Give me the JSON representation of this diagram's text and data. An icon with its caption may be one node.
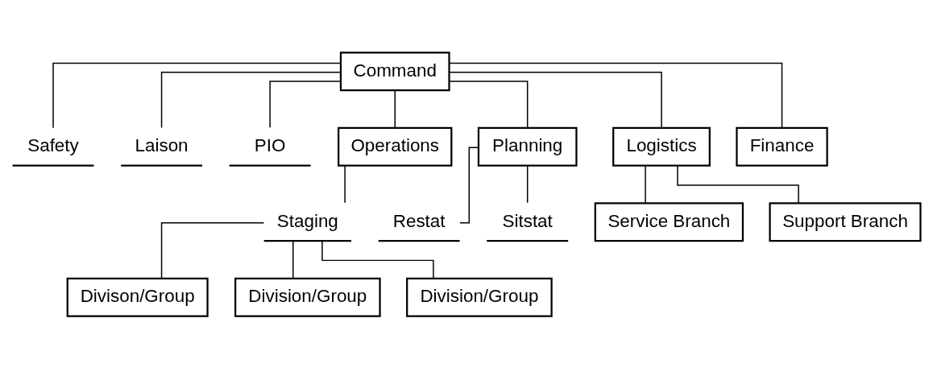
{
  "diagram": {
    "nodes": [
      {
        "text": [
          "Command"
        ]
      },
      {
        "text": [
          "Safety"
        ]
      },
      {
        "text": [
          "Laison"
        ]
      },
      {
        "text": [
          "PIO"
        ]
      },
      {
        "text": [
          "Operations"
        ]
      },
      {
        "text": [
          "Planning"
        ]
      },
      {
        "text": [
          "Logistics"
        ]
      },
      {
        "text": [
          "Finance"
        ]
      },
      {
        "text": [
          "Staging"
        ]
      },
      {
        "text": [
          "Restat"
        ]
      },
      {
        "text": [
          "Sitstat"
        ]
      },
      {
        "text": [
          "Service Branch"
        ]
      },
      {
        "text": [
          "Support Branch"
        ]
      },
      {
        "text": [
          "Divison/Group"
        ]
      },
      {
        "text": [
          "Division/Group"
        ]
      },
      {
        "text": [
          "Division/Group"
        ]
      }
    ],
    "edges": [
      {
        "from": 0,
        "to": 1,
        "arrow": "none"
      },
      {
        "from": 0,
        "to": 2,
        "arrow": "none"
      },
      {
        "from": 0,
        "to": 3,
        "arrow": "none"
      },
      {
        "from": 0,
        "to": 4,
        "arrow": "none"
      },
      {
        "from": 0,
        "to": 5,
        "arrow": "none"
      },
      {
        "from": 0,
        "to": 6,
        "arrow": "none"
      },
      {
        "from": 0,
        "to": 7,
        "arrow": "none"
      },
      {
        "from": 4,
        "to": 8,
        "arrow": "none"
      },
      {
        "from": 5,
        "to": 9,
        "arrow": "none"
      },
      {
        "from": 5,
        "to": 10,
        "arrow": "none"
      },
      {
        "from": 6,
        "to": 11,
        "arrow": "none"
      },
      {
        "from": 6,
        "to": 12,
        "arrow": "none"
      },
      {
        "from": 8,
        "to": 13,
        "arrow": "none"
      },
      {
        "from": 8,
        "to": 14,
        "arrow": "none"
      },
      {
        "from": 8,
        "to": 15,
        "arrow": "none"
      }
    ]
  }
}
